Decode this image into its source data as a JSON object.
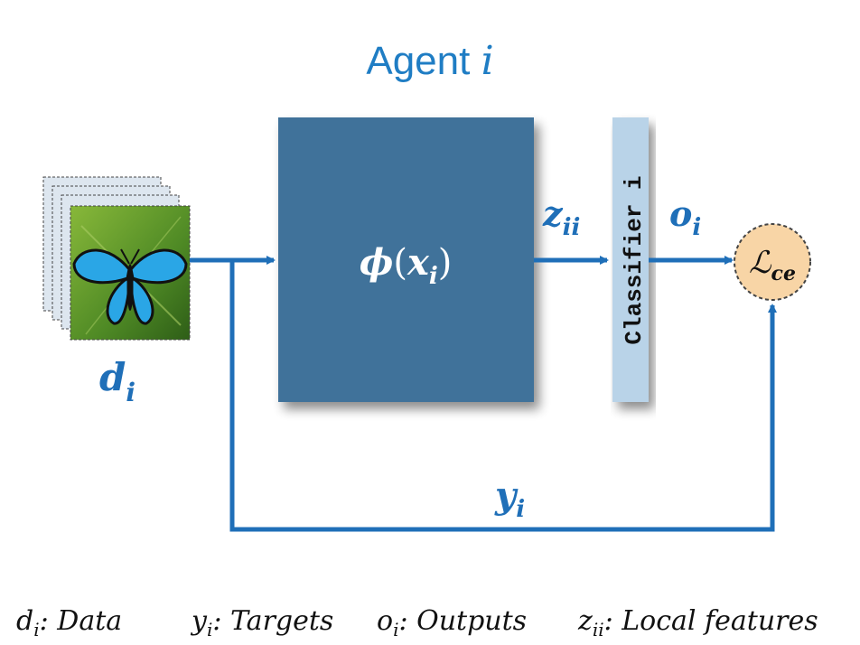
{
  "title": {
    "prefix": "Agent ",
    "var": "i"
  },
  "input": {
    "symbol": "d",
    "sub": "i"
  },
  "encoder": {
    "phi": "ϕ",
    "open": "(",
    "x": "x",
    "sub": "i",
    "close": ")"
  },
  "features": {
    "symbol": "z",
    "sub": "ii"
  },
  "classifier": {
    "label": "Classifier i"
  },
  "outputs": {
    "symbol": "o",
    "sub": "i"
  },
  "loss": {
    "symbol": "ℒ",
    "sub": "ce"
  },
  "targets": {
    "symbol": "y",
    "sub": "i"
  },
  "legend": [
    {
      "var": "d",
      "sub": "i",
      "text": ": Data"
    },
    {
      "var": "y",
      "sub": "i",
      "text": ": Targets"
    },
    {
      "var": "o",
      "sub": "i",
      "text": ": Outputs"
    },
    {
      "var": "z",
      "sub": "ii",
      "text": ": Local features"
    }
  ],
  "colors": {
    "arrow": "#1f6fb8",
    "encoder_fill": "#41729a",
    "classifier_fill": "#b9d3e8",
    "loss_fill": "#f8d5a6",
    "butterfly": "#2aa6e6",
    "leaf": "#5f9a2a"
  },
  "icons": {
    "input_image": "butterfly-image-stack-icon"
  }
}
